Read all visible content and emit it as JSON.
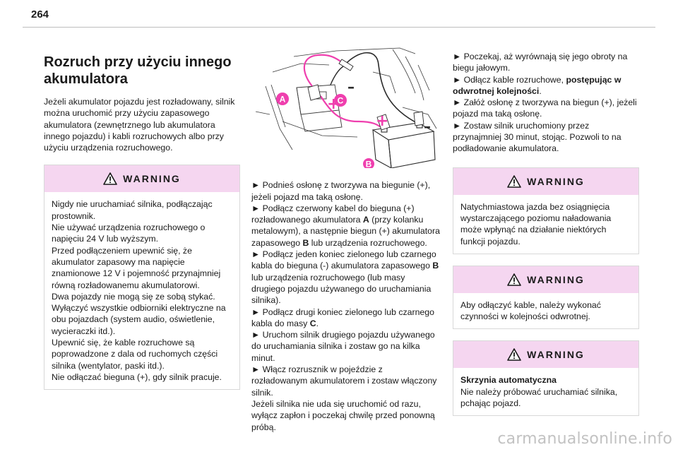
{
  "page": {
    "number": "264",
    "watermark": "carmanualsonline.info"
  },
  "col1": {
    "title": "Rozruch przy użyciu innego akumulatora",
    "intro": "Jeżeli akumulator pojazdu jest rozładowany, silnik można uruchomić przy użyciu zapasowego akumulatora (zewnętrznego lub akumulatora innego pojazdu) i kabli rozruchowych albo przy użyciu urządzenia rozruchowego.",
    "warning": {
      "title": "WARNING",
      "lines": [
        "Nigdy nie uruchamiać silnika, podłączając prostownik.",
        "Nie używać urządzenia rozruchowego o napięciu 24 V lub wyższym.",
        "Przed podłączeniem upewnić się, że akumulator zapasowy ma napięcie znamionowe 12 V i pojemność przynajmniej równą rozładowanemu akumulatorowi.",
        "Dwa pojazdy nie mogą się ze sobą stykać.",
        "Wyłączyć wszystkie odbiorniki elektryczne na obu pojazdach (system audio, oświetlenie, wycieraczki itd.).",
        "Upewnić się, że kable rozruchowe są poprowadzone z dala od ruchomych części silnika (wentylator, paski itd.).",
        "Nie odłączać bieguna (+), gdy silnik pracuje."
      ]
    }
  },
  "figure": {
    "label_a": "A",
    "label_b": "B",
    "label_c": "C",
    "plus": "+",
    "minus": "–",
    "colors": {
      "cable": "#ef3fae",
      "label_bg": "#ef3fae",
      "line": "#2a2a2a"
    }
  },
  "col2": {
    "p1": "► Podnieś osłonę z tworzywa na biegunie (+), jeżeli pojazd ma taką osłonę.",
    "p2": {
      "a": "► Podłącz czerwony kabel do bieguna (+) rozładowanego akumulatora ",
      "b": "A",
      "c": " (przy kolanku metalowym), a następnie biegun (+) akumulatora zapasowego ",
      "d": "B",
      "e": " lub urządzenia rozruchowego."
    },
    "p3": {
      "a": "► Podłącz jeden koniec zielonego lub czarnego kabla do bieguna (-) akumulatora zapasowego ",
      "b": "B",
      "c": " lub urządzenia rozruchowego (lub masy drugiego pojazdu używanego do uruchamiania silnika)."
    },
    "p4": {
      "a": "► Podłącz drugi koniec zielonego lub czarnego kabla do masy ",
      "b": "C",
      "c": "."
    },
    "p5": "► Uruchom silnik drugiego pojazdu używanego do uruchamiania silnika i zostaw go na kilka minut.",
    "p6": "► Włącz rozrusznik w pojeździe z rozładowanym akumulatorem i zostaw włączony silnik.",
    "p7": "Jeżeli silnika nie uda się uruchomić od razu, wyłącz zapłon i poczekaj chwilę przed ponowną próbą."
  },
  "col3": {
    "p1": "► Poczekaj, aż wyrównają się jego obroty na biegu jałowym.",
    "p2": {
      "a": "► Odłącz kable rozruchowe, ",
      "b": "postępując w odwrotnej kolejności",
      "c": "."
    },
    "p3": "► Załóż osłonę z tworzywa na biegun (+), jeżeli pojazd ma taką osłonę.",
    "p4": "► Zostaw silnik uruchomiony przez przynajmniej 30 minut, stojąc. Pozwoli to na podładowanie akumulatora.",
    "warning2": {
      "title": "WARNING",
      "text": "Natychmiastowa jazda bez osiągnięcia wystarczającego poziomu naładowania może wpłynąć na działanie niektórych funkcji pojazdu."
    },
    "warning3": {
      "title": "WARNING",
      "text": "Aby odłączyć kable, należy wykonać czynności w kolejności odwrotnej."
    },
    "warning4": {
      "title": "WARNING",
      "heading": "Skrzynia automatyczna",
      "text": "Nie należy próbować uruchamiać silnika, pchając pojazd."
    }
  }
}
